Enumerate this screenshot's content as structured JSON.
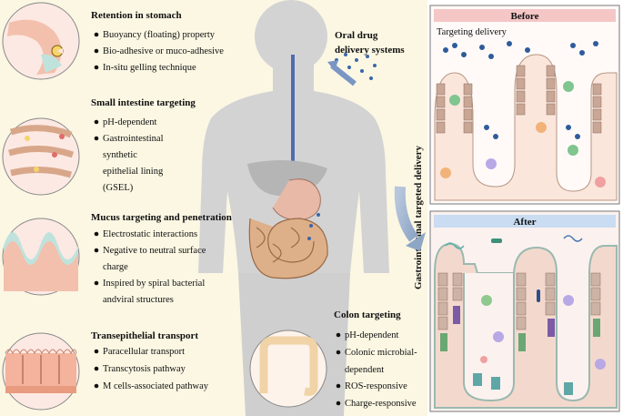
{
  "sections": {
    "stomach": {
      "title": "Retention in stomach",
      "items": [
        "Buoyancy (floating) property",
        "Bio-adhesive or muco-adhesive",
        "In-situ gelling technique"
      ]
    },
    "small_intestine": {
      "title": "Small intestine targeting",
      "items": [
        "pH-dependent",
        "Gastrointestinal",
        "synthetic",
        "epithelial lining",
        "(GSEL)"
      ]
    },
    "mucus": {
      "title": "Mucus targeting and penetration",
      "items": [
        "Electrostatic interactions",
        "Negative to neutral surface",
        "charge",
        "Inspired by spiral bacterial",
        "andviral structures"
      ]
    },
    "transepithelial": {
      "title": "Transepithelial transport",
      "items": [
        "Paracellular transport",
        "Transcytosis pathway",
        "M cells-associated pathway"
      ]
    },
    "colon": {
      "title": "Colon targeting",
      "items": [
        "pH-dependent",
        "Colonic microbial-",
        "dependent",
        "ROS-responsive",
        "Charge-responsive"
      ]
    }
  },
  "oral": {
    "line1": "Oral drug",
    "line2": "delivery systems"
  },
  "vertical_label": "Gastrointestinal targeted delivery",
  "panels": {
    "before": {
      "title": "Before",
      "label": "Targeting delivery",
      "color": "#f5c6c6"
    },
    "after": {
      "title": "After",
      "color": "#c9dcf2"
    }
  },
  "colors": {
    "background_left": "#fbf7e3",
    "tissue_pink": "#f4cfc0",
    "mucus_teal": "#bfe3dc",
    "nanoparticle": "#2f5b9a",
    "gut": "#d9a57a"
  }
}
